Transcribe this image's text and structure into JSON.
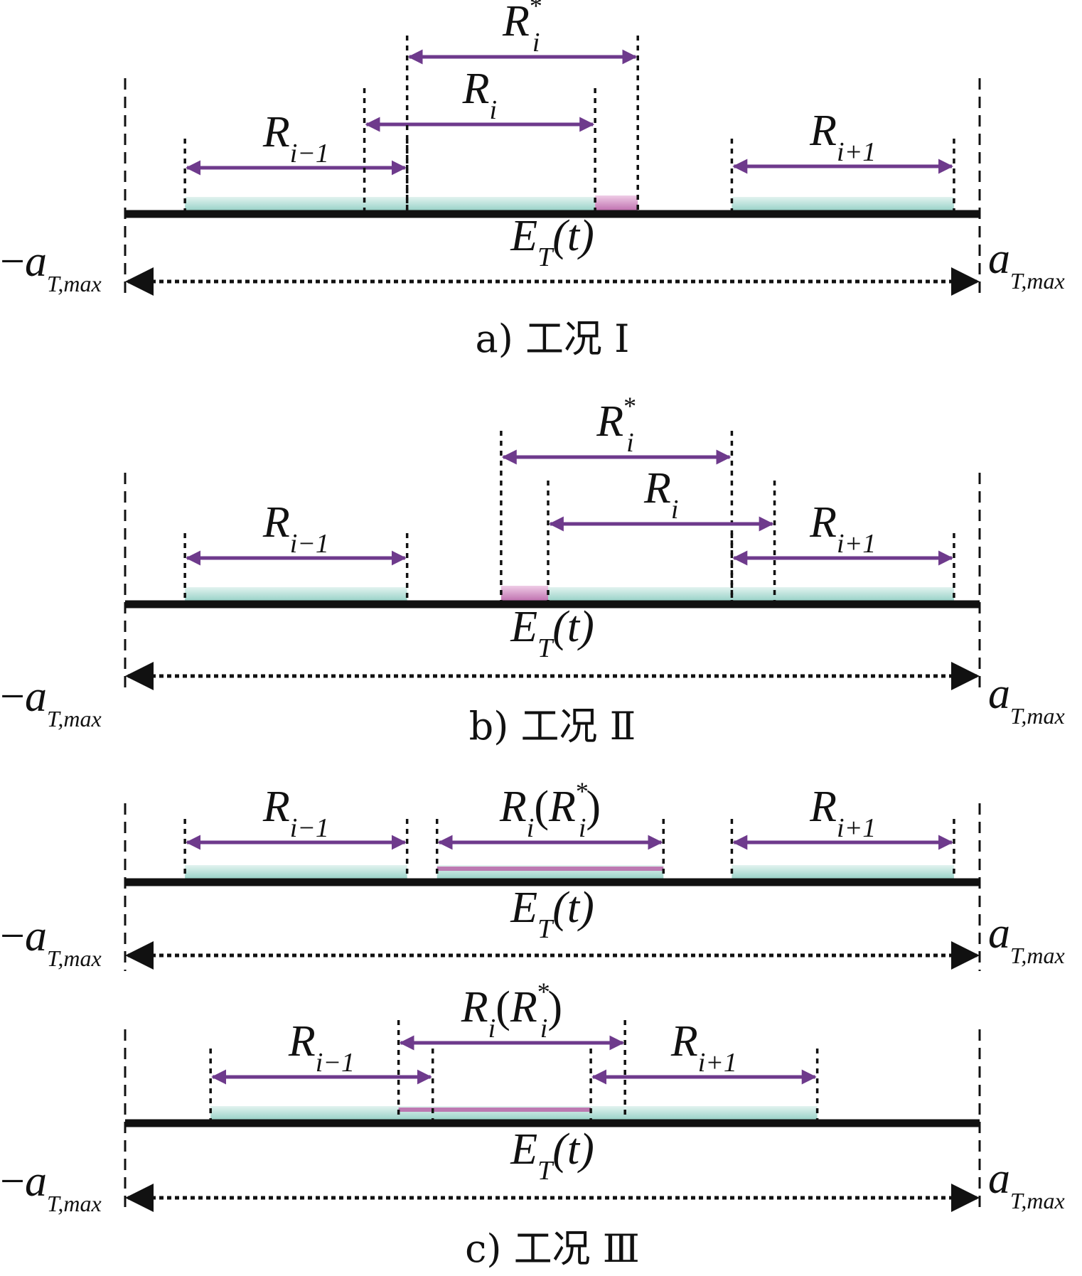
{
  "figure": {
    "colors": {
      "axis": "#111111",
      "arrow": "#6e3a8c",
      "teal_band": "#8ecdc2",
      "teal_band_light": "#e2f3ef",
      "magenta_band": "#b965a8",
      "magenta_band_light": "#efcce6",
      "guide": "#111111"
    },
    "symbols": {
      "range_prev": {
        "base": "R",
        "sub": "i−1"
      },
      "range_cur": {
        "base": "R",
        "sub": "i"
      },
      "range_cur_star": {
        "base": "R",
        "sub": "i",
        "sup": "*"
      },
      "range_next": {
        "base": "R",
        "sub": "i+1"
      },
      "range_cur_combined": {
        "base": "R",
        "sub": "i",
        "paren_base": "R",
        "paren_sub": "i",
        "paren_sup": "*"
      },
      "envelope": {
        "base": "E",
        "sub": "T",
        "arg": "(t)"
      },
      "lower_bound": {
        "prefix": "−",
        "base": "a",
        "sub": "T,max"
      },
      "upper_bound": {
        "base": "a",
        "sub": "T,max"
      }
    },
    "panels": [
      {
        "id": "a",
        "caption": "a) 工况 Ⅰ",
        "description": "Case I: R_i overlaps R_{i-1}; shifted R_i* extends right into gap",
        "ranges": [
          {
            "label": "range_prev",
            "start": 0.07,
            "end": 0.33,
            "band": "teal"
          },
          {
            "label": "range_cur",
            "start": 0.28,
            "end": 0.55,
            "band": "teal"
          },
          {
            "label": "range_cur_star",
            "start": 0.33,
            "end": 0.6,
            "band": "magenta_tail"
          },
          {
            "label": "range_next",
            "start": 0.71,
            "end": 0.97,
            "band": "teal"
          }
        ]
      },
      {
        "id": "b",
        "caption": "b) 工况 Ⅱ",
        "description": "Case II: R_i overlaps R_{i+1}; shifted R_i* extends left into gap",
        "ranges": [
          {
            "label": "range_prev",
            "start": 0.07,
            "end": 0.33,
            "band": "teal"
          },
          {
            "label": "range_cur_star",
            "start": 0.44,
            "end": 0.71,
            "band": "magenta_head"
          },
          {
            "label": "range_cur",
            "start": 0.495,
            "end": 0.76,
            "band": "teal"
          },
          {
            "label": "range_next",
            "start": 0.71,
            "end": 0.97,
            "band": "teal"
          }
        ]
      },
      {
        "id": "c1",
        "caption": "",
        "description": "Case III (no overlap): R_i equals R_i*",
        "ranges": [
          {
            "label": "range_prev",
            "start": 0.07,
            "end": 0.33,
            "band": "teal"
          },
          {
            "label": "range_cur_combined",
            "start": 0.365,
            "end": 0.63,
            "band": "teal_magenta_line"
          },
          {
            "label": "range_next",
            "start": 0.71,
            "end": 0.97,
            "band": "teal"
          }
        ]
      },
      {
        "id": "c2",
        "caption": "c) 工况 Ⅲ",
        "description": "Case III (overlap both sides): R_i equals R_i*",
        "ranges": [
          {
            "label": "range_prev",
            "start": 0.1,
            "end": 0.36,
            "band": "teal"
          },
          {
            "label": "range_cur_combined",
            "start": 0.32,
            "end": 0.585,
            "band": "teal_magenta_line"
          },
          {
            "label": "range_next",
            "start": 0.545,
            "end": 0.81,
            "band": "teal"
          }
        ]
      }
    ]
  }
}
